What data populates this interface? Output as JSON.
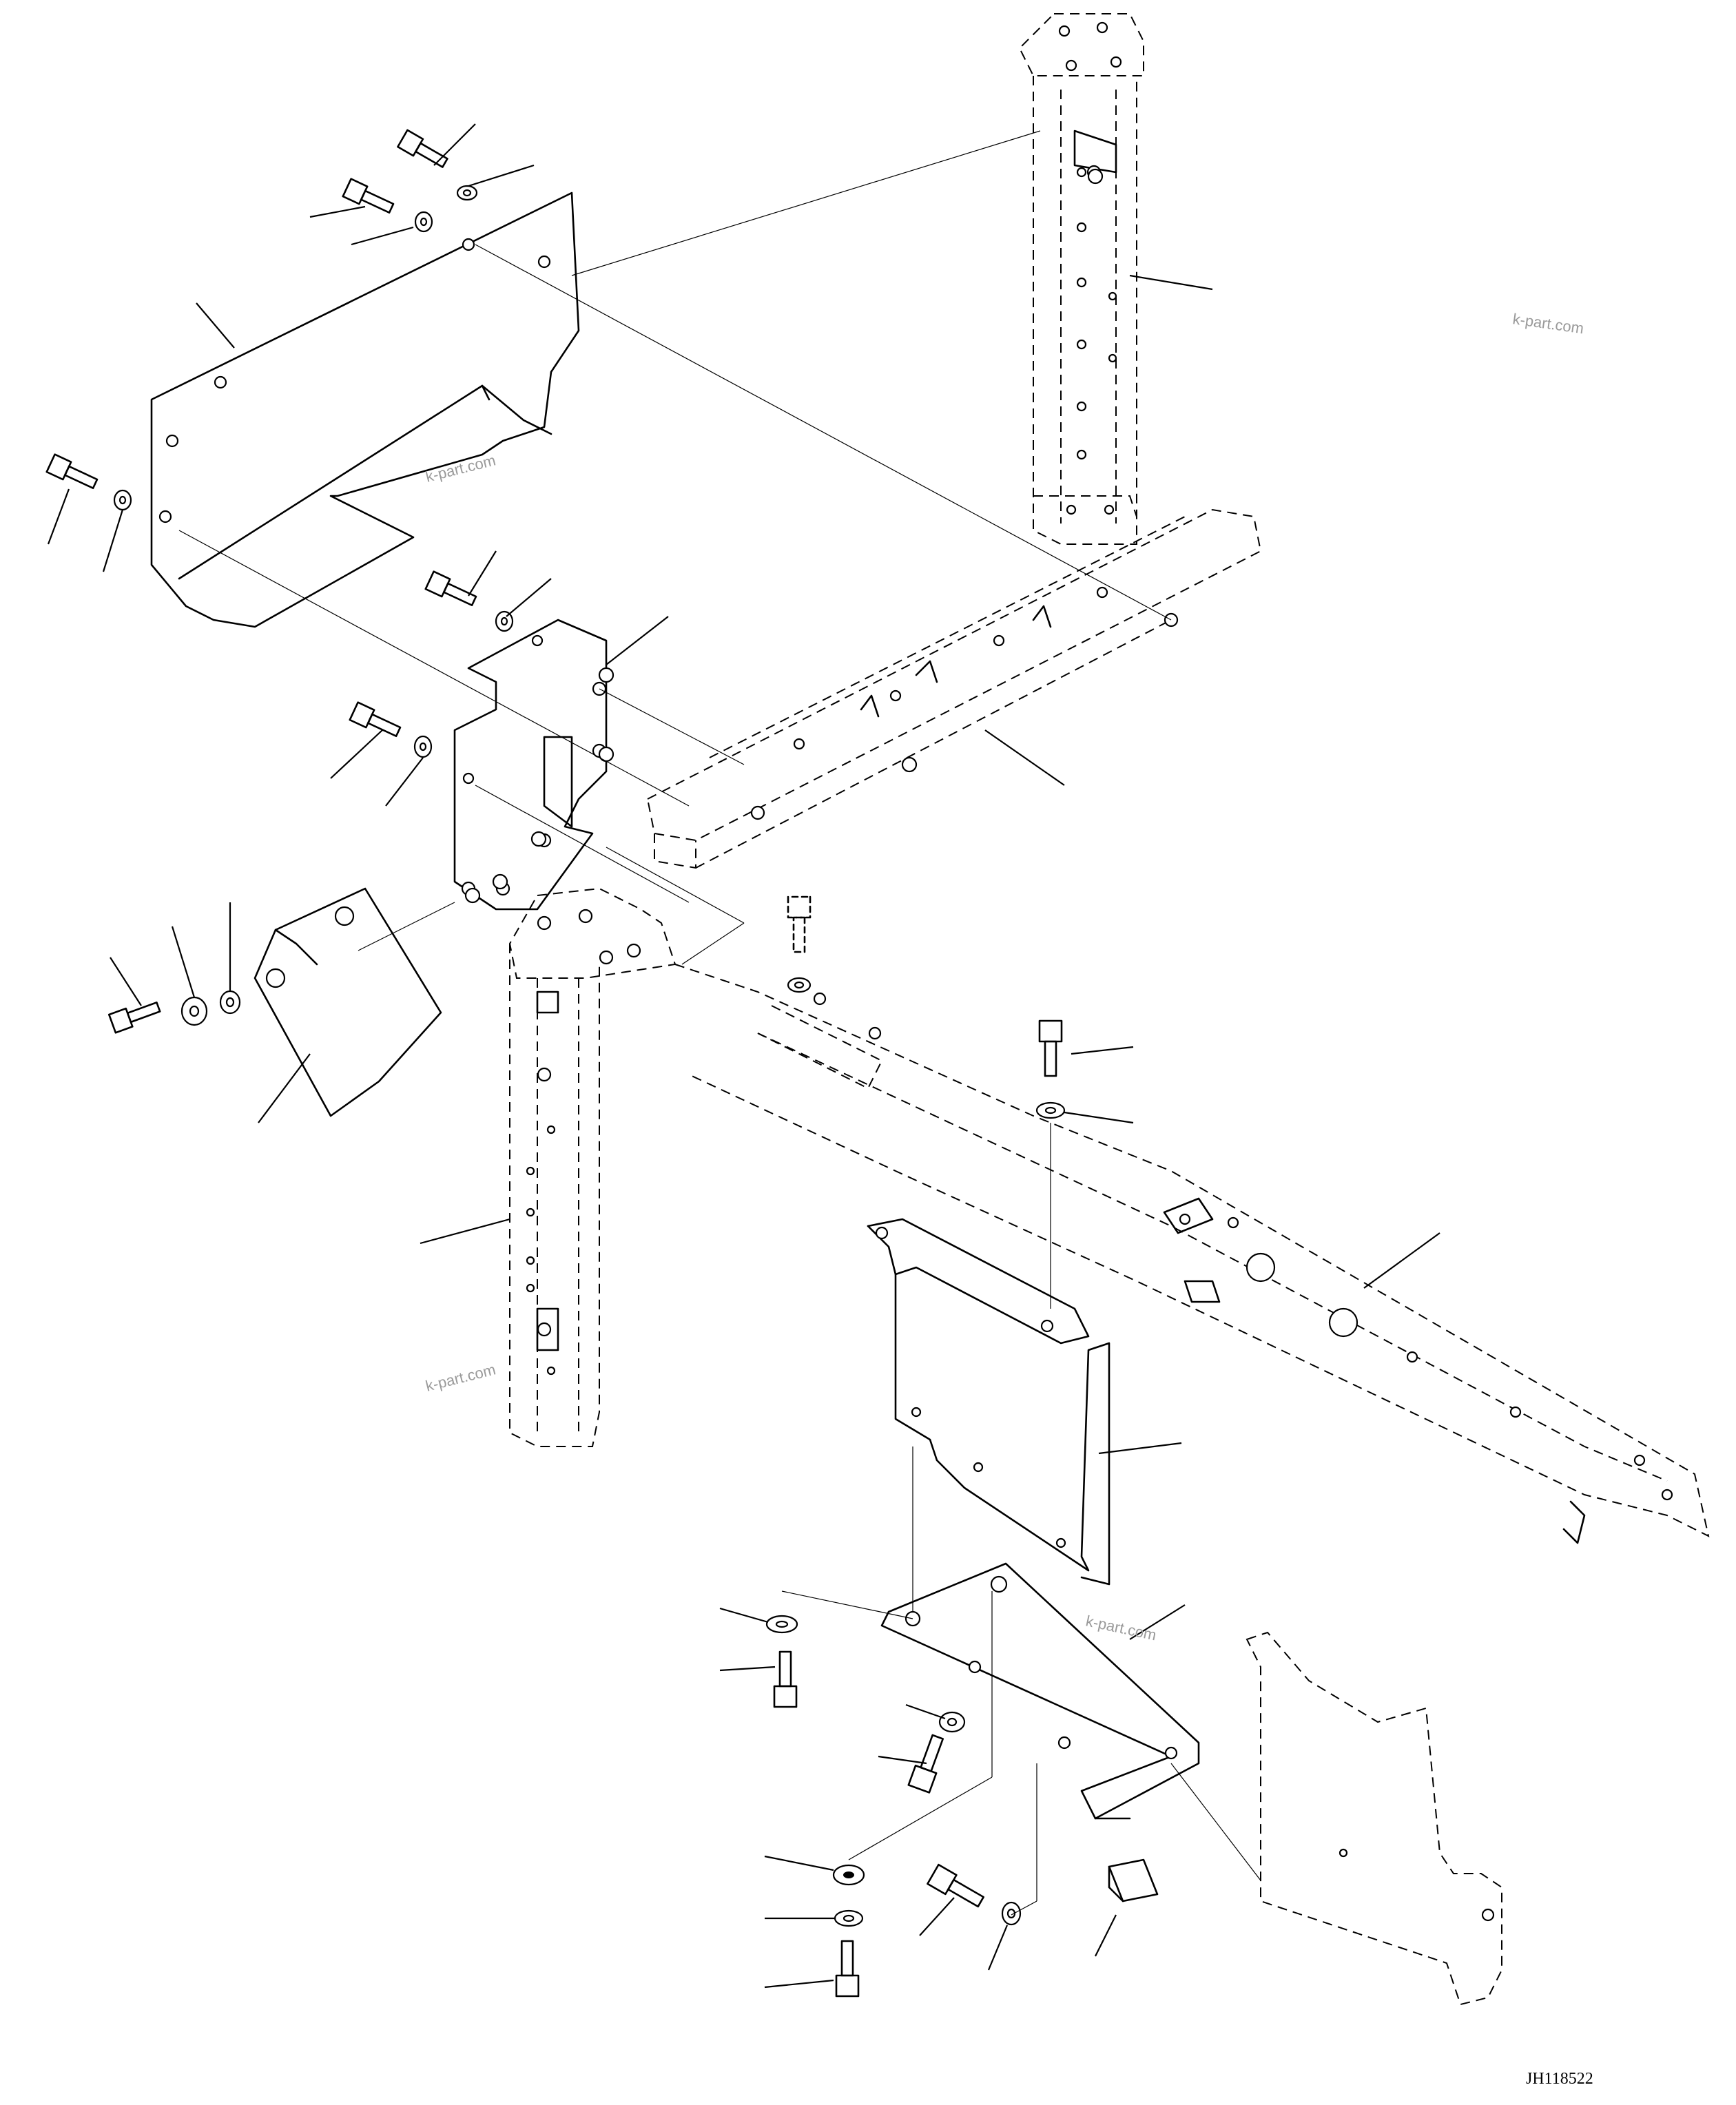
{
  "drawing_number": "JH118522",
  "watermarks": [
    {
      "text": "k-part.com"
    },
    {
      "text": "k-part.com"
    },
    {
      "text": "k-part.com"
    },
    {
      "text": "k-part.com"
    }
  ]
}
